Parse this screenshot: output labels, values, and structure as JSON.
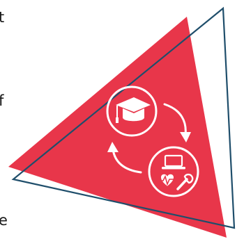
{
  "edge_text": [
    "t",
    "f",
    "e"
  ],
  "colors": {
    "triangle_fill": "#E8364A",
    "triangle_outline": "#1F4E6B",
    "icon_stroke": "#FFFFFF",
    "background": "#FFFFFF"
  },
  "icons": [
    "graduation-cap-icon",
    "laptop-icon",
    "heart-rate-icon",
    "wrench-icon",
    "cycle-arrow-icon"
  ]
}
